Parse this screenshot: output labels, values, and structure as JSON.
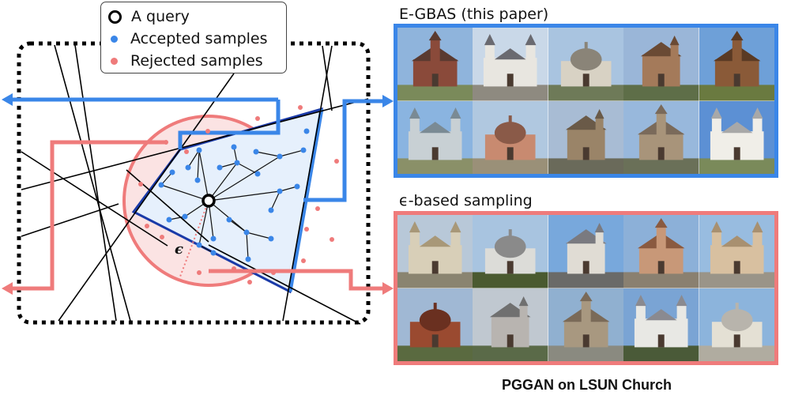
{
  "legend": {
    "query": "A query",
    "accepted": "Accepted samples",
    "rejected": "Rejected samples"
  },
  "epsilon_label": "ϵ",
  "panels": {
    "egbas": {
      "title": "E-GBAS (this paper)",
      "border_color": "#3a86e8",
      "image_count": 10
    },
    "eps": {
      "title": "ϵ-based sampling",
      "border_color": "#ef7b7b",
      "image_count": 10
    }
  },
  "caption": "PGGAN on LSUN Church",
  "colors": {
    "accepted": "#3a86e8",
    "rejected": "#ef7b7b",
    "region_fill": "#e6f0fc",
    "circle_fill": "#fbe3e3"
  },
  "thumb_palettes": {
    "egbas": [
      {
        "sky": "#8fb4dc",
        "wall": "#8a4a3a",
        "roof": "#5a3a30",
        "ground": "#7a8a5a"
      },
      {
        "sky": "#c9d8e8",
        "wall": "#e8e6e0",
        "roof": "#6a6a70",
        "ground": "#8e8a80"
      },
      {
        "sky": "#a9c4e0",
        "wall": "#d8d2c4",
        "roof": "#8a8478",
        "ground": "#6e7a58"
      },
      {
        "sky": "#9ab6d8",
        "wall": "#a47a5a",
        "roof": "#6a4a34",
        "ground": "#5e6e48"
      },
      {
        "sky": "#6ea0d8",
        "wall": "#8a5a38",
        "roof": "#5a3a24",
        "ground": "#6a7a40"
      },
      {
        "sky": "#8ab4e0",
        "wall": "#c8d0d4",
        "roof": "#7a8a94",
        "ground": "#8a9068"
      },
      {
        "sky": "#b0c8e0",
        "wall": "#c88a70",
        "roof": "#8a5a48",
        "ground": "#9a9078"
      },
      {
        "sky": "#a8bcd4",
        "wall": "#9a8468",
        "roof": "#6a5a48",
        "ground": "#6a6a5a"
      },
      {
        "sky": "#98b8dc",
        "wall": "#a8947a",
        "roof": "#7a6a5a",
        "ground": "#6a7058"
      },
      {
        "sky": "#5c90d4",
        "wall": "#f0eee8",
        "roof": "#a8a8a8",
        "ground": "#7a8a5a"
      }
    ],
    "eps": [
      {
        "sky": "#b8c8d8",
        "wall": "#d8cfb8",
        "roof": "#a89878",
        "ground": "#8a8470"
      },
      {
        "sky": "#a8c4e0",
        "wall": "#dcdcd8",
        "roof": "#8a8a8a",
        "ground": "#4a5a30"
      },
      {
        "sky": "#78a8dc",
        "wall": "#e0dcd4",
        "roof": "#7a7a80",
        "ground": "#6a6a68"
      },
      {
        "sky": "#8cb0d8",
        "wall": "#c89878",
        "roof": "#8a5a40",
        "ground": "#8a8070"
      },
      {
        "sky": "#98bce0",
        "wall": "#d8c0a0",
        "roof": "#a89070",
        "ground": "#9a9488"
      },
      {
        "sky": "#a0b8d4",
        "wall": "#9a4a30",
        "roof": "#6a3020",
        "ground": "#5a6a40"
      },
      {
        "sky": "#c0c8d0",
        "wall": "#b8b4b0",
        "roof": "#707070",
        "ground": "#5a6a48"
      },
      {
        "sky": "#90b0d0",
        "wall": "#a89880",
        "roof": "#7a6a58",
        "ground": "#8a8a80"
      },
      {
        "sky": "#7aa4d4",
        "wall": "#e8e8e4",
        "roof": "#8a8a90",
        "ground": "#4a5a38"
      },
      {
        "sky": "#8cb4dc",
        "wall": "#e4e0d4",
        "roof": "#b8b4ac",
        "ground": "#b0aca0"
      }
    ]
  }
}
